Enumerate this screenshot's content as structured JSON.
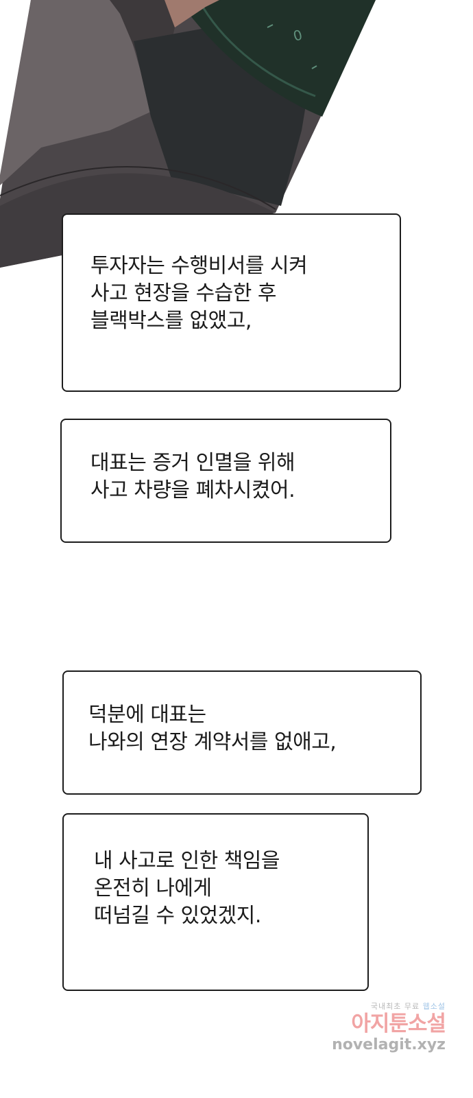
{
  "panel": {
    "description_icon": "car-dashboard-illustration",
    "colors": {
      "jacket": "#4d494c",
      "dashboard": "#1f2a26",
      "gauge": "#24382f"
    },
    "gauge_digit": "0"
  },
  "captions": [
    {
      "lines": [
        "투자자는 수행비서를 시켜",
        "사고 현장을 수습한 후",
        "블랙박스를 없앴고,"
      ]
    },
    {
      "lines": [
        "대표는 증거 인멸을 위해",
        "사고 차량을 폐차시켰어."
      ]
    },
    {
      "lines": [
        "덕분에 대표는",
        "나와의 연장 계약서를 없애고,"
      ]
    },
    {
      "lines": [
        "내 사고로 인한 책임을",
        "온전히 나에게",
        "떠넘길 수 있었겠지."
      ]
    }
  ],
  "watermark": {
    "tagline_prefix": "국내최초 무료 ",
    "tagline_highlight": "웹소설",
    "brand": "아지툰소설",
    "url": "novelagit.xyz"
  }
}
